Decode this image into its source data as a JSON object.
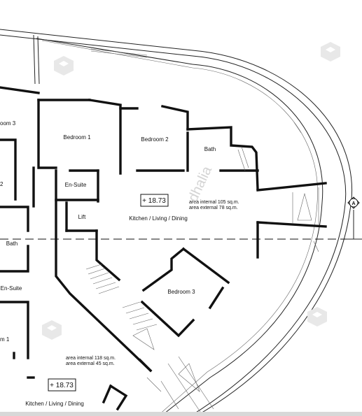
{
  "rooms": {
    "bedroom1": "Bedroom 1",
    "bedroom2": "Bedroom 2",
    "bedroom3": "Bedroom 3",
    "bath_upper": "Bath",
    "ensuite_upper": "En-Suite",
    "lift": "Lift",
    "kitchen_upper": "Kitchen / Living / Dining",
    "room3_partial": "oom 3",
    "bath_left": "Bath",
    "ensuite_left": "En-Suite",
    "room1_partial": "m 1",
    "kitchen_lower": "Kitchen / Living / Dining",
    "partial_2": "2"
  },
  "areas": {
    "upper_internal": "area internal 105 sq.m.",
    "upper_external": "area external 78 sq.m.",
    "lower_internal": "area internal 118 sq.m.",
    "lower_external": "area external 45 sq.m."
  },
  "levels": {
    "upper": "+ 18.73",
    "lower": "+ 18.73"
  },
  "section_marker": "A",
  "watermark": "dhalia",
  "icons": [
    "dhalia-logo-icon"
  ]
}
